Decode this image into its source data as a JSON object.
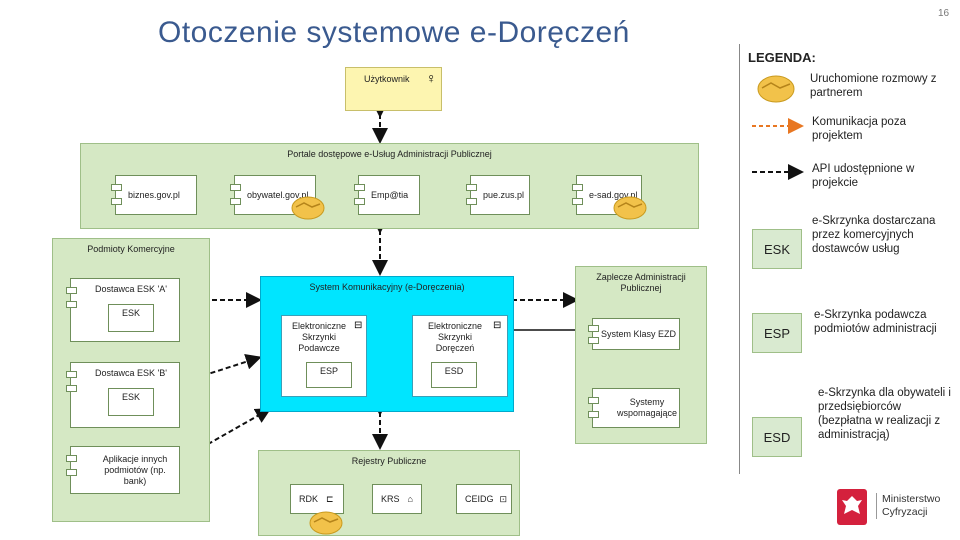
{
  "page": {
    "title": "Otoczenie systemowe e-Doręczeń",
    "number": "16"
  },
  "diagram": {
    "user": "Użytkownik",
    "portals": {
      "title": "Portale dostępowe e-Usług Administracji Publicznej",
      "items": [
        "biznes.gov.pl",
        "obywatel.gov.pl",
        "Emp@tia",
        "pue.zus.pl",
        "e-sad.gov.pl"
      ]
    },
    "commercial": {
      "title": "Podmioty Komercyjne",
      "provider_a": "Dostawca ESK 'A'",
      "provider_b": "Dostawca ESK 'B'",
      "esk_a": "ESK",
      "esk_b": "ESK",
      "apps": "Aplikacje innych podmiotów (np. bank)"
    },
    "system": {
      "title": "System Komunikacyjny (e-Doręczenia)",
      "sender_box": "Elektroniczne Skrzynki Podawcze",
      "delivery_box": "Elektroniczne Skrzynki Doręczeń",
      "esp": "ESP",
      "esd": "ESD"
    },
    "backend": {
      "title": "Zaplecze Administracji Publicznej",
      "ezd": "System Klasy EZD",
      "support": "Systemy wspomagające"
    },
    "registries": {
      "title": "Rejestry Publiczne",
      "items": [
        "RDK",
        "KRS",
        "CEIDG"
      ]
    }
  },
  "legend": {
    "title": "LEGENDA:",
    "handshake": "Uruchomione rozmowy z partnerem",
    "orange": "Komunikacja poza projektem",
    "black": "API udostępnione w projekcie",
    "esk_label": "ESK",
    "esk_desc": "e-Skrzynka dostarczana przez komercyjnych dostawców usług",
    "esp_label": "ESP",
    "esp_desc": "e-Skrzynka podawcza podmiotów administracji",
    "esd_label": "ESD",
    "esd_desc": "e-Skrzynka dla obywateli i przedsiębiorców (bezpłatna w realizacji z administracją)"
  },
  "logo": {
    "line1": "Ministerstwo",
    "line2": "Cyfryzacji"
  },
  "colors": {
    "title": "#3a5a8f",
    "green": "#d5e8c4",
    "cyan": "#00e5ff",
    "yellow": "#fdf5b0",
    "orange": "#e87722",
    "handshake": "#f2c24a"
  }
}
